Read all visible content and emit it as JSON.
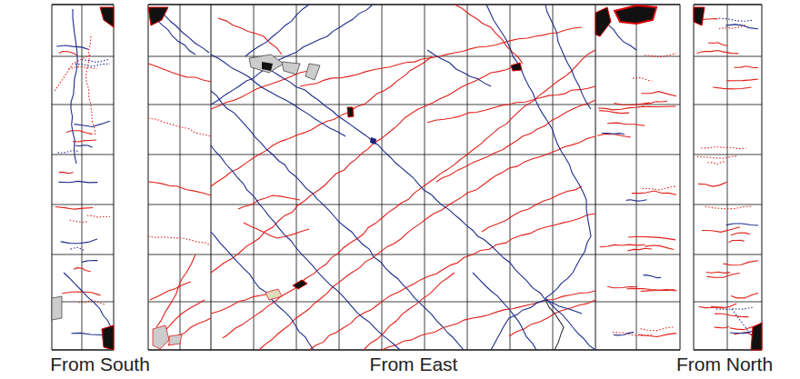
{
  "diagram": {
    "labels": [
      "From South",
      "From East",
      "From North"
    ]
  }
}
